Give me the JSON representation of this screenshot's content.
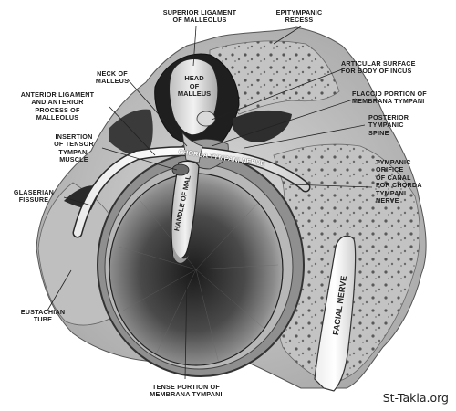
{
  "labels": {
    "superior_ligament": "SUPERIOR LIGAMENT\nOF MALLEOLUS",
    "epitympanic_recess": "EPITYMPANIC\nRECESS",
    "neck_of_malleus": "NECK OF\nMALLEUS",
    "articular_surface": "ARTICULAR SURFACE\nFOR BODY OF INCUS",
    "anterior_ligament": "ANTERIOR LIGAMENT\nAND ANTERIOR\nPROCESS OF\nMALLEOLUS",
    "flaccid_portion": "FLACCID PORTION OF\nMEMBRANA TYMPANI",
    "insertion_tensor": "INSERTION\nOF TENSOR\nTYMPANI\nMUSCLE",
    "posterior_spine": "POSTERIOR\nTYMPANIC\nSPINE",
    "glaserian_fissure": "GLASERIAN\nFISSURE",
    "tympanic_orifice": "TYMPANIC\nORIFICE\nOF CANAL\nFOR CHORDA\nTYMPANI\nNERVE",
    "eustachian_tube": "EUSTACHIAN\nTUBE",
    "tense_portion": "TENSE PORTION OF\nMEMBRANA TYMPANI",
    "head_of_malleus": "HEAD\nOF\nMALLEUS",
    "chorda_tympani": "CHORDA TYMPANI NERVE",
    "handle_of_malleus": "HANDLE OF MAL",
    "facial_nerve": "FACIAL NERVE"
  },
  "watermark": "St-Takla.org"
}
